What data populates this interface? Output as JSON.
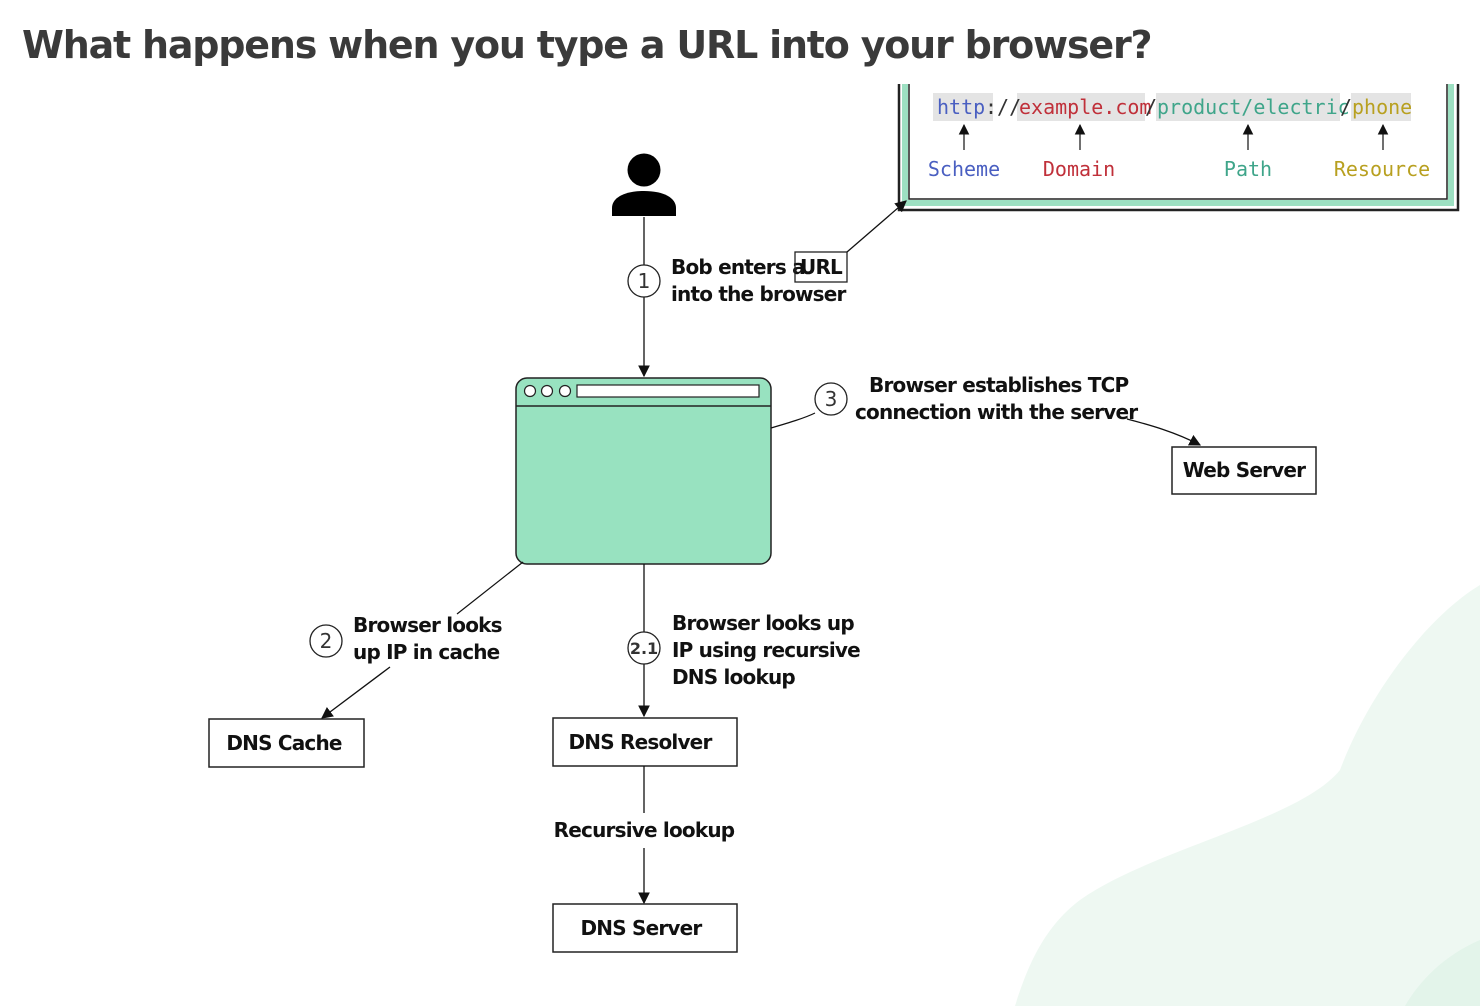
{
  "title": "What happens when you type a URL into your browser?",
  "url_panel": {
    "parts": {
      "scheme": "http",
      "sep1": "://",
      "domain": "example.com",
      "sep2": "/",
      "path": "product/electric",
      "sep3": "/",
      "resource": "phone"
    },
    "labels": {
      "scheme": "Scheme",
      "domain": "Domain",
      "path": "Path",
      "resource": "Resource"
    },
    "colors": {
      "scheme": "#4a5fc1",
      "domain": "#c0303a",
      "path": "#3fa58a",
      "resource": "#b8a020",
      "highlight": "#e4e4e4",
      "frame": "#9de0c2"
    }
  },
  "steps": {
    "step1": {
      "number": "1",
      "line1": "Bob enters a",
      "url_word": "URL",
      "line2": "into the browser"
    },
    "step2": {
      "number": "2",
      "line1": "Browser looks",
      "line2": "up IP in cache"
    },
    "step21": {
      "number": "2.1",
      "line1": "Browser looks up",
      "line2": "IP using recursive",
      "line3": "DNS lookup"
    },
    "step3": {
      "number": "3",
      "line1": "Browser establishes TCP",
      "line2": "connection with the server"
    },
    "recursive": "Recursive lookup"
  },
  "boxes": {
    "web_server": "Web Server",
    "dns_cache": "DNS Cache",
    "dns_resolver": "DNS Resolver",
    "dns_server": "DNS Server"
  },
  "colors": {
    "browser_fill": "#98e2c0",
    "background_blob": "#eef8f2"
  }
}
